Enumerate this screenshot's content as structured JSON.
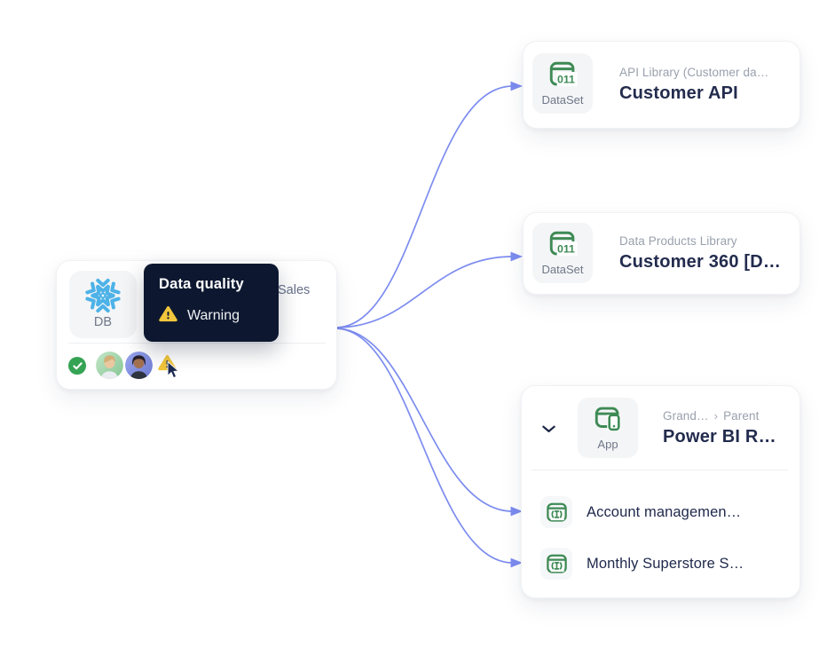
{
  "canvas": {
    "background": "#ffffff",
    "edge_color": "#7c8cef"
  },
  "colors": {
    "asset_green": "#3e8a55",
    "title_navy": "#232c4e",
    "subtitle_gray": "#99a1ad",
    "tooltip_bg": "#0d1830",
    "warning_yellow": "#f1c63c",
    "check_green": "#35a354",
    "snowflake_blue": "#4db2e8"
  },
  "db_node": {
    "icon": "snowflake-icon",
    "icon_label": "DB",
    "subtitle_visible": "Sales",
    "tooltip_title": "Data quality",
    "tooltip_status": "Warning",
    "status_icons": [
      "verified-check",
      "avatar",
      "avatar",
      "warning-triangle"
    ]
  },
  "dataset_nodes": [
    {
      "type_label": "DataSet",
      "breadcrumb": "API Library (Customer da…",
      "title": "Customer API"
    },
    {
      "type_label": "DataSet",
      "breadcrumb": "Data Products Library",
      "title": "Customer 360 [D…"
    }
  ],
  "app_node": {
    "type_label": "App",
    "breadcrumb_grandparent": "Grand…",
    "breadcrumb_separator": "›",
    "breadcrumb_parent": "Parent",
    "title": "Power BI R…",
    "children": [
      {
        "title": "Account managemen…"
      },
      {
        "title": "Monthly Superstore S…"
      }
    ]
  }
}
